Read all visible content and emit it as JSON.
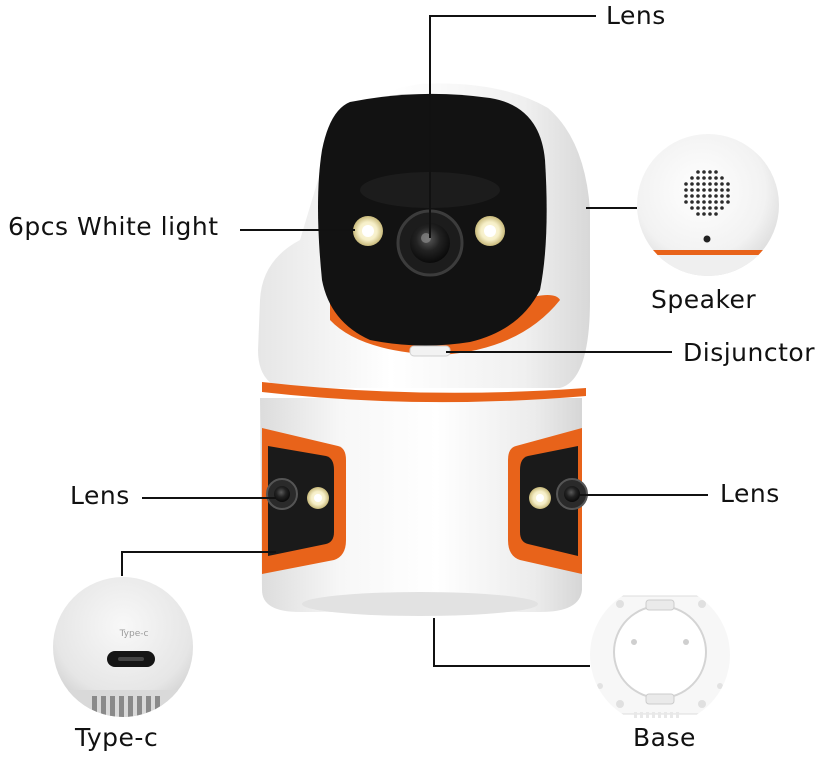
{
  "labels": {
    "lens_top": "Lens",
    "white_light": "6pcs  White light",
    "speaker": "Speaker",
    "disjunctor": "Disjunctor",
    "lens_left": "Lens",
    "lens_right": "Lens",
    "type_c": "Type-c",
    "base": "Base"
  },
  "insets": {
    "type_c_port_text": "Type-c"
  },
  "colors": {
    "accent_orange": "#e8631a",
    "body_white": "#f6f6f6",
    "face_black": "#121212",
    "leader_line": "#111111"
  }
}
